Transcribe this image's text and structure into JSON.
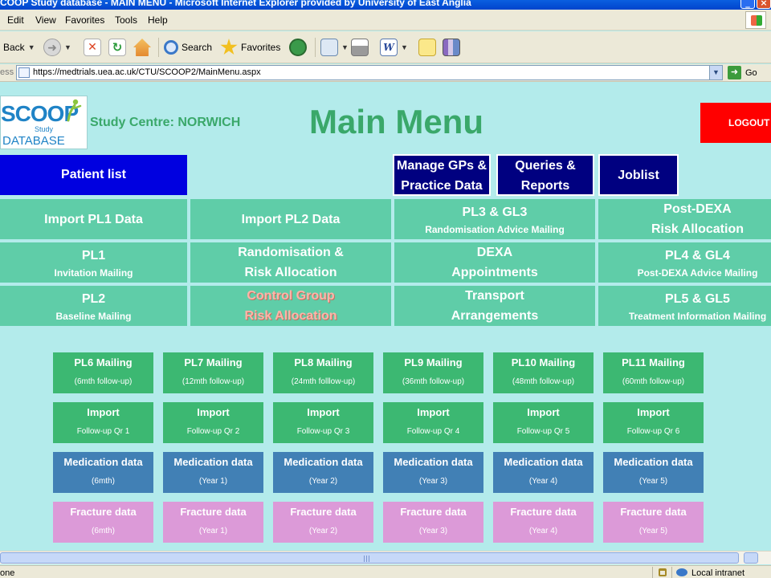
{
  "window": {
    "title": "COOP Study database - MAIN MENU - Microsoft Internet Explorer provided by University of East Anglia",
    "minimize": "_",
    "close": "×"
  },
  "menubar": {
    "items": [
      "Edit",
      "View",
      "Favorites",
      "Tools",
      "Help"
    ]
  },
  "toolbar": {
    "back_label": "Back",
    "search_label": "Search",
    "favorites_label": "Favorites"
  },
  "address": {
    "label": "ess",
    "url": "https://medtrials.uea.ac.uk/CTU/SCOOP2/MainMenu.aspx",
    "go_label": "Go"
  },
  "header": {
    "logo_main": "SCOOP",
    "logo_sub": "Study",
    "logo_db": "DATABASE",
    "study_centre": "Study Centre: NORWICH",
    "page_title": "Main Menu",
    "logout_label": "LOGOUT"
  },
  "nav": {
    "patient_list": "Patient list",
    "manage_gps_l1": "Manage GPs &",
    "manage_gps_l2": "Practice Data",
    "queries_l1": "Queries &",
    "queries_l2": "Reports",
    "joblist": "Joblist"
  },
  "grid": {
    "row1": [
      {
        "l1": "Import PL1 Data",
        "l2": ""
      },
      {
        "l1": "Import PL2 Data",
        "l2": ""
      },
      {
        "l1": "PL3 & GL3",
        "l2": "Randomisation Advice Mailing"
      },
      {
        "l1": "Post-DEXA",
        "l2": "Risk Allocation"
      }
    ],
    "row2": [
      {
        "l1": "PL1",
        "l2": "Invitation Mailing"
      },
      {
        "l1": "Randomisation &",
        "l2": "Risk Allocation"
      },
      {
        "l1": "DEXA",
        "l2": "Appointments"
      },
      {
        "l1": "PL4 & GL4",
        "l2": "Post-DEXA Advice Mailing"
      }
    ],
    "row3": [
      {
        "l1": "PL2",
        "l2": "Baseline Mailing"
      },
      {
        "l1": "Control Group",
        "l2": "Risk Allocation"
      },
      {
        "l1": "Transport",
        "l2": "Arrangements"
      },
      {
        "l1": "PL5 & GL5",
        "l2": "Treatment Information Mailing"
      }
    ]
  },
  "tiles": {
    "mailing": [
      {
        "title": "PL6 Mailing",
        "sub": "(6mth follow-up)"
      },
      {
        "title": "PL7 Mailing",
        "sub": "(12mth follow-up)"
      },
      {
        "title": "PL8 Mailing",
        "sub": "(24mth folllow-up)"
      },
      {
        "title": "PL9 Mailing",
        "sub": "(36mth follow-up)"
      },
      {
        "title": "PL10 Mailing",
        "sub": "(48mth follow-up)"
      },
      {
        "title": "PL11 Mailing",
        "sub": "(60mth follow-up)"
      }
    ],
    "import": [
      {
        "title": "Import",
        "sub": "Follow-up Qr 1"
      },
      {
        "title": "Import",
        "sub": "Follow-up Qr 2"
      },
      {
        "title": "Import",
        "sub": "Follow-up Qr 3"
      },
      {
        "title": "Import",
        "sub": "Follow-up Qr 4"
      },
      {
        "title": "Import",
        "sub": "Follow-up Qr 5"
      },
      {
        "title": "Import",
        "sub": "Follow-up Qr 6"
      }
    ],
    "medication": [
      {
        "title": "Medication data",
        "sub": "(6mth)"
      },
      {
        "title": "Medication data",
        "sub": "(Year 1)"
      },
      {
        "title": "Medication data",
        "sub": "(Year 2)"
      },
      {
        "title": "Medication data",
        "sub": "(Year 3)"
      },
      {
        "title": "Medication data",
        "sub": "(Year 4)"
      },
      {
        "title": "Medication data",
        "sub": "(Year 5)"
      }
    ],
    "fracture": [
      {
        "title": "Fracture data",
        "sub": "(6mth)"
      },
      {
        "title": "Fracture data",
        "sub": "(Year 1)"
      },
      {
        "title": "Fracture data",
        "sub": "(Year 2)"
      },
      {
        "title": "Fracture data",
        "sub": "(Year 3)"
      },
      {
        "title": "Fracture data",
        "sub": "(Year 4)"
      },
      {
        "title": "Fracture data",
        "sub": "(Year 5)"
      }
    ]
  },
  "status": {
    "left": "one",
    "zone": "Local intranet"
  },
  "colors": {
    "page_bg": "#b3ebeb",
    "title_green": "#3aa86a",
    "logout_red": "#ff0000",
    "patient_blue": "#0000e0",
    "navy": "#000080",
    "grid_teal": "#5fcda8",
    "tile_green": "#3cb872",
    "tile_blue": "#4180b5",
    "tile_pink": "#dc9ad8"
  }
}
